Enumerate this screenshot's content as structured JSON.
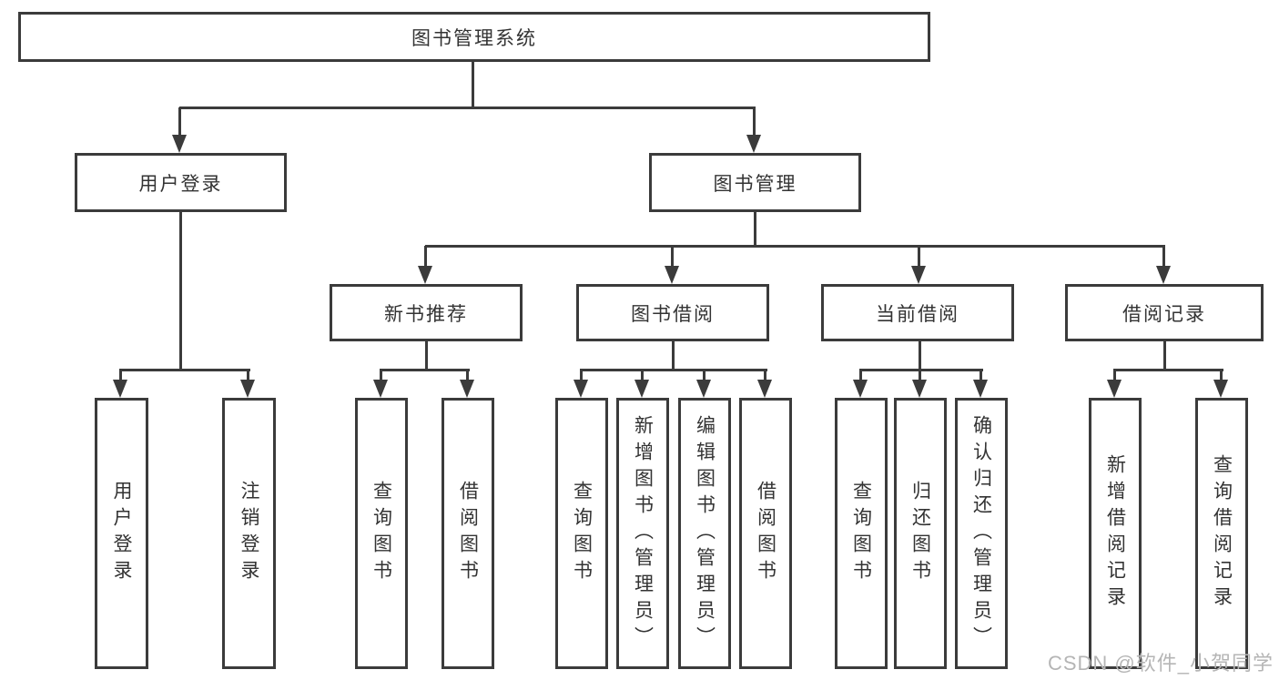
{
  "diagram": {
    "title": "图书管理系统",
    "branches": [
      {
        "label": "用户登录",
        "children": [
          {
            "label": "用户登录"
          },
          {
            "label": "注销登录"
          }
        ]
      },
      {
        "label": "图书管理",
        "children": [
          {
            "label": "新书推荐",
            "children": [
              {
                "label": "查询图书"
              },
              {
                "label": "借阅图书"
              }
            ]
          },
          {
            "label": "图书借阅",
            "children": [
              {
                "label": "查询图书"
              },
              {
                "label": "新增图书（管理员）"
              },
              {
                "label": "编辑图书（管理员）"
              },
              {
                "label": "借阅图书"
              }
            ]
          },
          {
            "label": "当前借阅",
            "children": [
              {
                "label": "查询图书"
              },
              {
                "label": "归还图书"
              },
              {
                "label": "确认归还（管理员）"
              }
            ]
          },
          {
            "label": "借阅记录",
            "children": [
              {
                "label": "新增借阅记录"
              },
              {
                "label": "查询借阅记录"
              }
            ]
          }
        ]
      }
    ]
  },
  "watermark": {
    "text": "CSDN @软件_小贺同学"
  },
  "colors": {
    "line": "#3b3b3b",
    "text": "#333333",
    "background": "#ffffff",
    "watermark": "#b5b5b5"
  }
}
